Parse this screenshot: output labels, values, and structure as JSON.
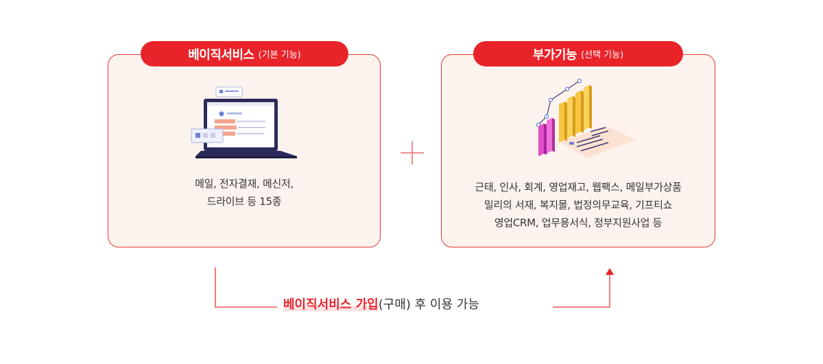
{
  "basic": {
    "title": "베이직서비스",
    "subtitle": "(기본 기능)",
    "lines": [
      "메일, 전자결재, 메신저,",
      "드라이브 등 15종"
    ]
  },
  "addon": {
    "title": "부가기능",
    "subtitle": "(선택 기능)",
    "lines": [
      "근태, 인사, 회계, 영업재고, 웹팩스, 메일부가상품",
      "밀리의 서재, 복지몰, 법정의무교육, 기프티쇼",
      "영업CRM, 업무용서식, 정부지원사업 등"
    ]
  },
  "flow": {
    "highlight": "베이직서비스 가입",
    "rest": "(구매) 후 이용 가능"
  },
  "icons": {
    "laptop": "laptop-icon",
    "chart": "bar-chart-icon",
    "plus": "plus-icon",
    "arrow": "arrow-up-icon"
  },
  "colors": {
    "accent": "#e8242a",
    "card_bg": "#fdf3ee",
    "border": "#e8342f"
  }
}
